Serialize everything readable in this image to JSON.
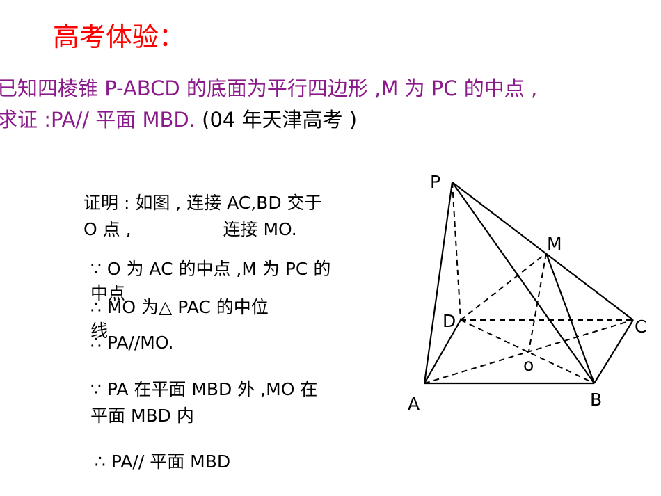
{
  "title": "高考体验：",
  "problem": {
    "line1": "已知四棱锥 P-ABCD 的底面为平行四边形 ,M 为 PC 的中点 ,",
    "line2_main": "求证 :PA// 平面 MBD.",
    "line2_source": " (04 年天津高考 )"
  },
  "proof": {
    "line1": "证明 : 如图 , 连接 AC,BD 交于",
    "line2a": "O 点 ,",
    "line2b": "连接 MO.",
    "line3": "∵  O 为 AC 的中点 ,M 为 PC 的",
    "line4": "中点",
    "line5": "∴ MO 为△   PAC 的中位",
    "line6": "线",
    "line7": "∴  PA//MO.",
    "line8": "∵  PA 在平面 MBD 外 ,MO 在",
    "line9": "平面 MBD 内",
    "line10": "∴  PA// 平面 MBD"
  },
  "figure": {
    "labels": {
      "P": "P",
      "M": "M",
      "D": "D",
      "C": "C",
      "O": "o",
      "A": "A",
      "B": "B"
    }
  }
}
